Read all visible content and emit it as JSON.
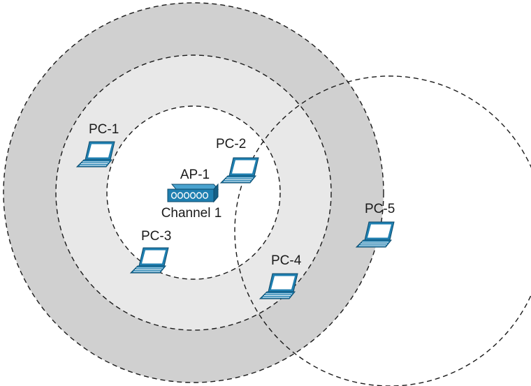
{
  "access_point": {
    "name": "AP-1",
    "channel": "Channel 1",
    "icon": "access-point-icon"
  },
  "clients": [
    {
      "name": "PC-1",
      "icon": "laptop-icon"
    },
    {
      "name": "PC-2",
      "icon": "laptop-icon"
    },
    {
      "name": "PC-3",
      "icon": "laptop-icon"
    },
    {
      "name": "PC-4",
      "icon": "laptop-icon"
    },
    {
      "name": "PC-5",
      "icon": "laptop-icon"
    }
  ],
  "colors": {
    "outer_ring_fill": "#d0d0d0",
    "middle_ring_fill": "#e8e8e8",
    "inner_ring_fill": "#ffffff",
    "device_fill": "#1f7fb0",
    "device_screen": "#ffffff",
    "line": "#1a1a1a"
  }
}
